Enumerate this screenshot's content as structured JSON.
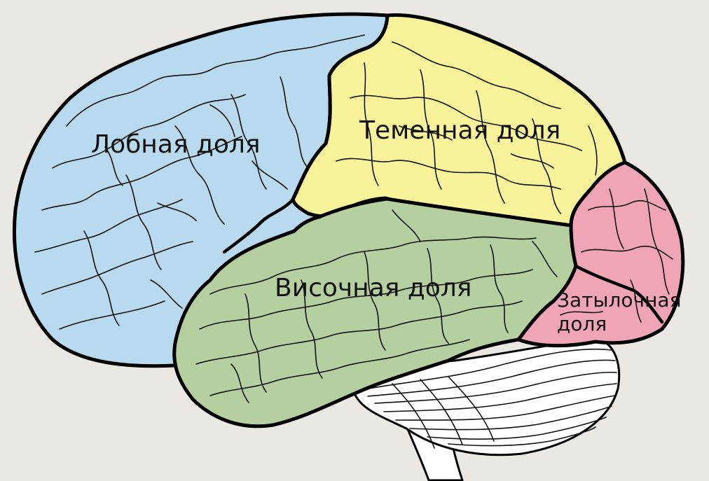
{
  "colors": {
    "background": "#ebe7e2",
    "frontal": "#b9d9ee",
    "parietal": "#f8f39b",
    "temporal": "#b5cfa1",
    "occipital": "#f0a5b6",
    "cerebellum": "#ffffff",
    "brainstem": "#ffffff",
    "outline": "#000000"
  },
  "labels": {
    "frontal": "Лобная доля",
    "parietal": "Теменная доля",
    "temporal": "Височная доля",
    "occipital_line1": "Затылочная",
    "occipital_line2": "доля"
  }
}
